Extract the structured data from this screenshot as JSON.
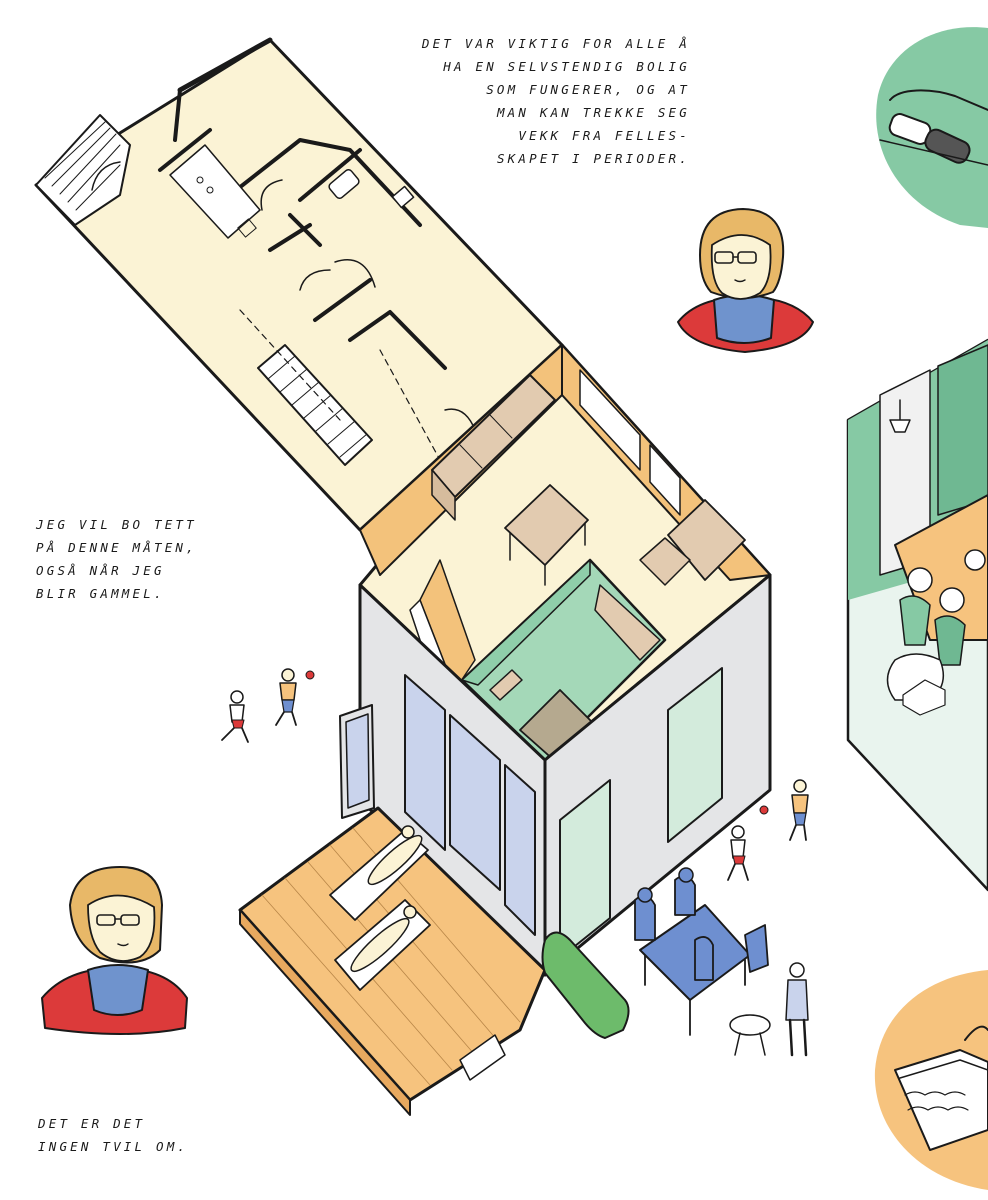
{
  "captions": {
    "top": [
      "DET VAR VIKTIG FOR ALLE Å",
      "HA EN SELVSTENDIG BOLIG",
      "SOM FUNGERER, OG AT",
      "MAN KAN TREKKE SEG",
      "VEKK FRA FELLES-",
      "SKAPET I PERIODER."
    ],
    "left": [
      "JEG VIL BO TETT",
      "PÅ DENNE MÅTEN,",
      "OGSÅ NÅR JEG",
      "BLIR GAMMEL."
    ],
    "bottom": [
      "DET ER DET",
      "INGEN TVIL OM."
    ]
  },
  "colors": {
    "ink": "#1a1a1a",
    "cream_floor": "#fbf3d5",
    "wall_grey": "#e4e5e7",
    "window_blue": "#c9d3ec",
    "window_green": "#d3ebdc",
    "deck_orange": "#f6c37e",
    "wall_orange": "#f3c27b",
    "room_green": "#8fceaa",
    "mint": "#86c9a4",
    "red_cardigan": "#dc3a3a",
    "blue_shirt": "#6f93cd",
    "hair_blond": "#e8b868",
    "hedge_green": "#6dbb6b",
    "furniture_beige": "#e2cbb0",
    "table_blue": "#6e8fd0"
  }
}
